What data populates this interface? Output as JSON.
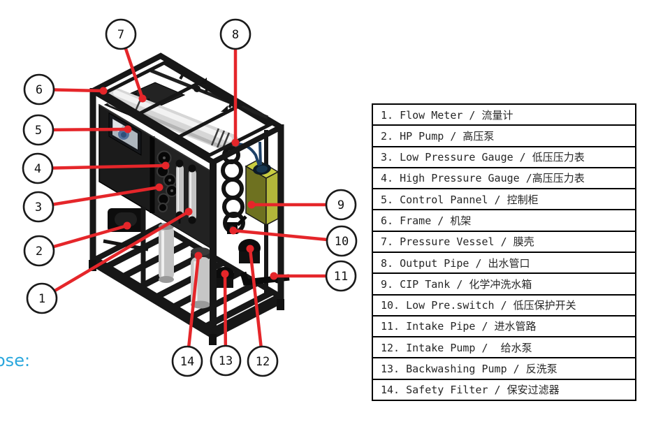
{
  "parts_table": {
    "rows": [
      {
        "num": "1",
        "label": "1. Flow Meter / 流量计"
      },
      {
        "num": "2",
        "label": "2. HP Pump / 高压泵"
      },
      {
        "num": "3",
        "label": "3. Low Pressure Gauge / 低压压力表"
      },
      {
        "num": "4",
        "label": "4. High Pressure Gauge /高压压力表"
      },
      {
        "num": "5",
        "label": "5. Control Pannel / 控制柜"
      },
      {
        "num": "6",
        "label": "6. Frame / 机架"
      },
      {
        "num": "7",
        "label": "7. Pressure Vessel / 膜壳"
      },
      {
        "num": "8",
        "label": "8. Output Pipe / 出水管口"
      },
      {
        "num": "9",
        "label": "9. CIP Tank / 化学冲洗水箱"
      },
      {
        "num": "10",
        "label": "10. Low Pre.switch / 低压保护开关"
      },
      {
        "num": "11",
        "label": "11. Intake Pipe / 进水管路"
      },
      {
        "num": "12",
        "label": "12. Intake Pump /  给水泵"
      },
      {
        "num": "13",
        "label": "13. Backwashing Pump / 反洗泵"
      },
      {
        "num": "14",
        "label": "14. Safety Filter / 保安过滤器"
      }
    ]
  },
  "footer": {
    "partial_text": "ose:"
  },
  "colors": {
    "callout_red": "#e5262a",
    "frame_black": "#171717",
    "tank_yellow_top": "#c9cd41",
    "tank_yellow_left": "#6e7120",
    "tank_yellow_right": "#b2b63a",
    "blue_text": "#2aa7dd"
  }
}
